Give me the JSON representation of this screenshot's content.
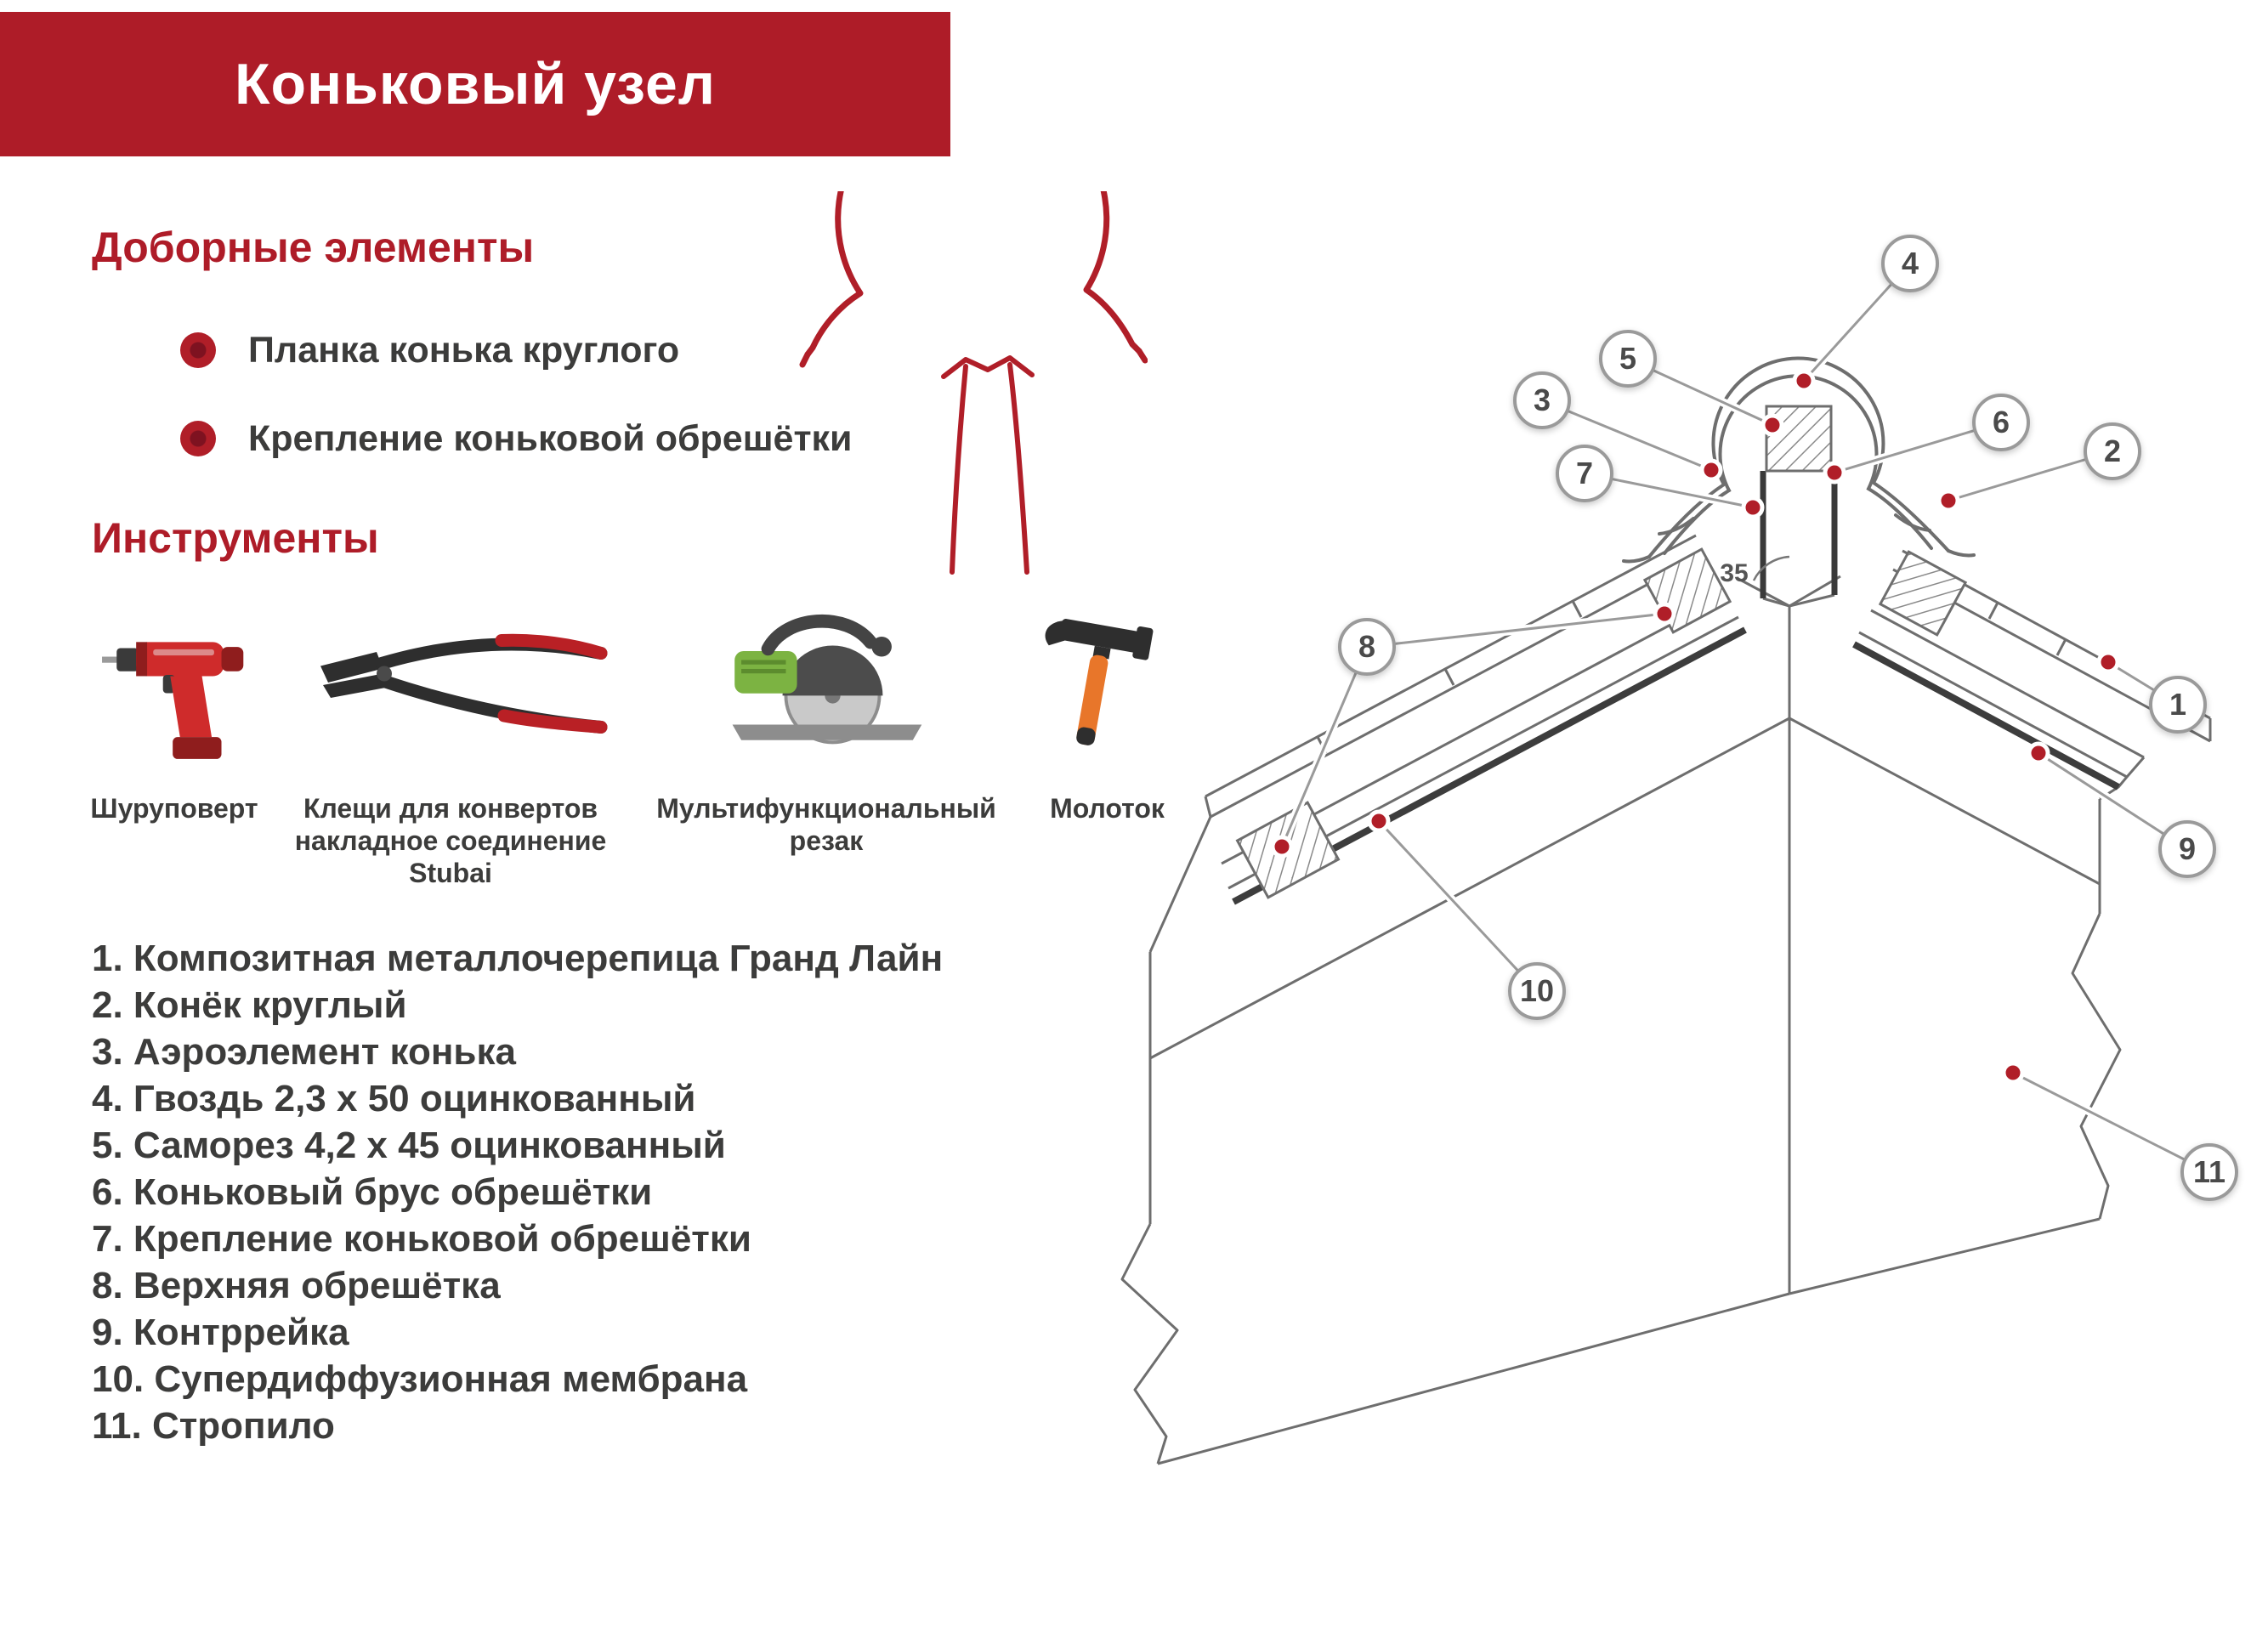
{
  "header": {
    "title": "Коньковый узел"
  },
  "elements": {
    "heading": "Доборные элементы",
    "items": [
      "Планка конька круглого",
      "Крепление коньковой обрешётки"
    ]
  },
  "tools": {
    "heading": "Инструменты",
    "labels": [
      "Шуруповерт",
      "Клещи для конвертов накладное соединение Stubai",
      "Мультифункциональный резак",
      "Молоток"
    ],
    "icons": [
      "drill-icon",
      "seamer-pliers-icon",
      "circular-saw-icon",
      "hammer-icon"
    ]
  },
  "legend": {
    "items": [
      "1. Композитная металлочерепица Гранд Лайн",
      "2. Конёк круглый",
      "3. Аэроэлемент конька",
      "4. Гвоздь 2,3 х 50 оцинкованный",
      "5. Саморез 4,2 х 45 оцинкованный",
      "6. Коньковый брус обрешётки",
      "7. Крепление коньковой обрешётки",
      "8. Верхняя обрешётка",
      "9. Контррейка",
      "10. Супердиффузионная мембрана",
      "11. Стропило"
    ]
  },
  "diagram": {
    "angle_label": "35",
    "callouts": [
      "1",
      "2",
      "3",
      "4",
      "5",
      "6",
      "7",
      "8",
      "9",
      "10",
      "11"
    ]
  },
  "colors": {
    "accent": "#AE1C28",
    "text": "#3C3C3B",
    "line": "#6E6E6E"
  }
}
